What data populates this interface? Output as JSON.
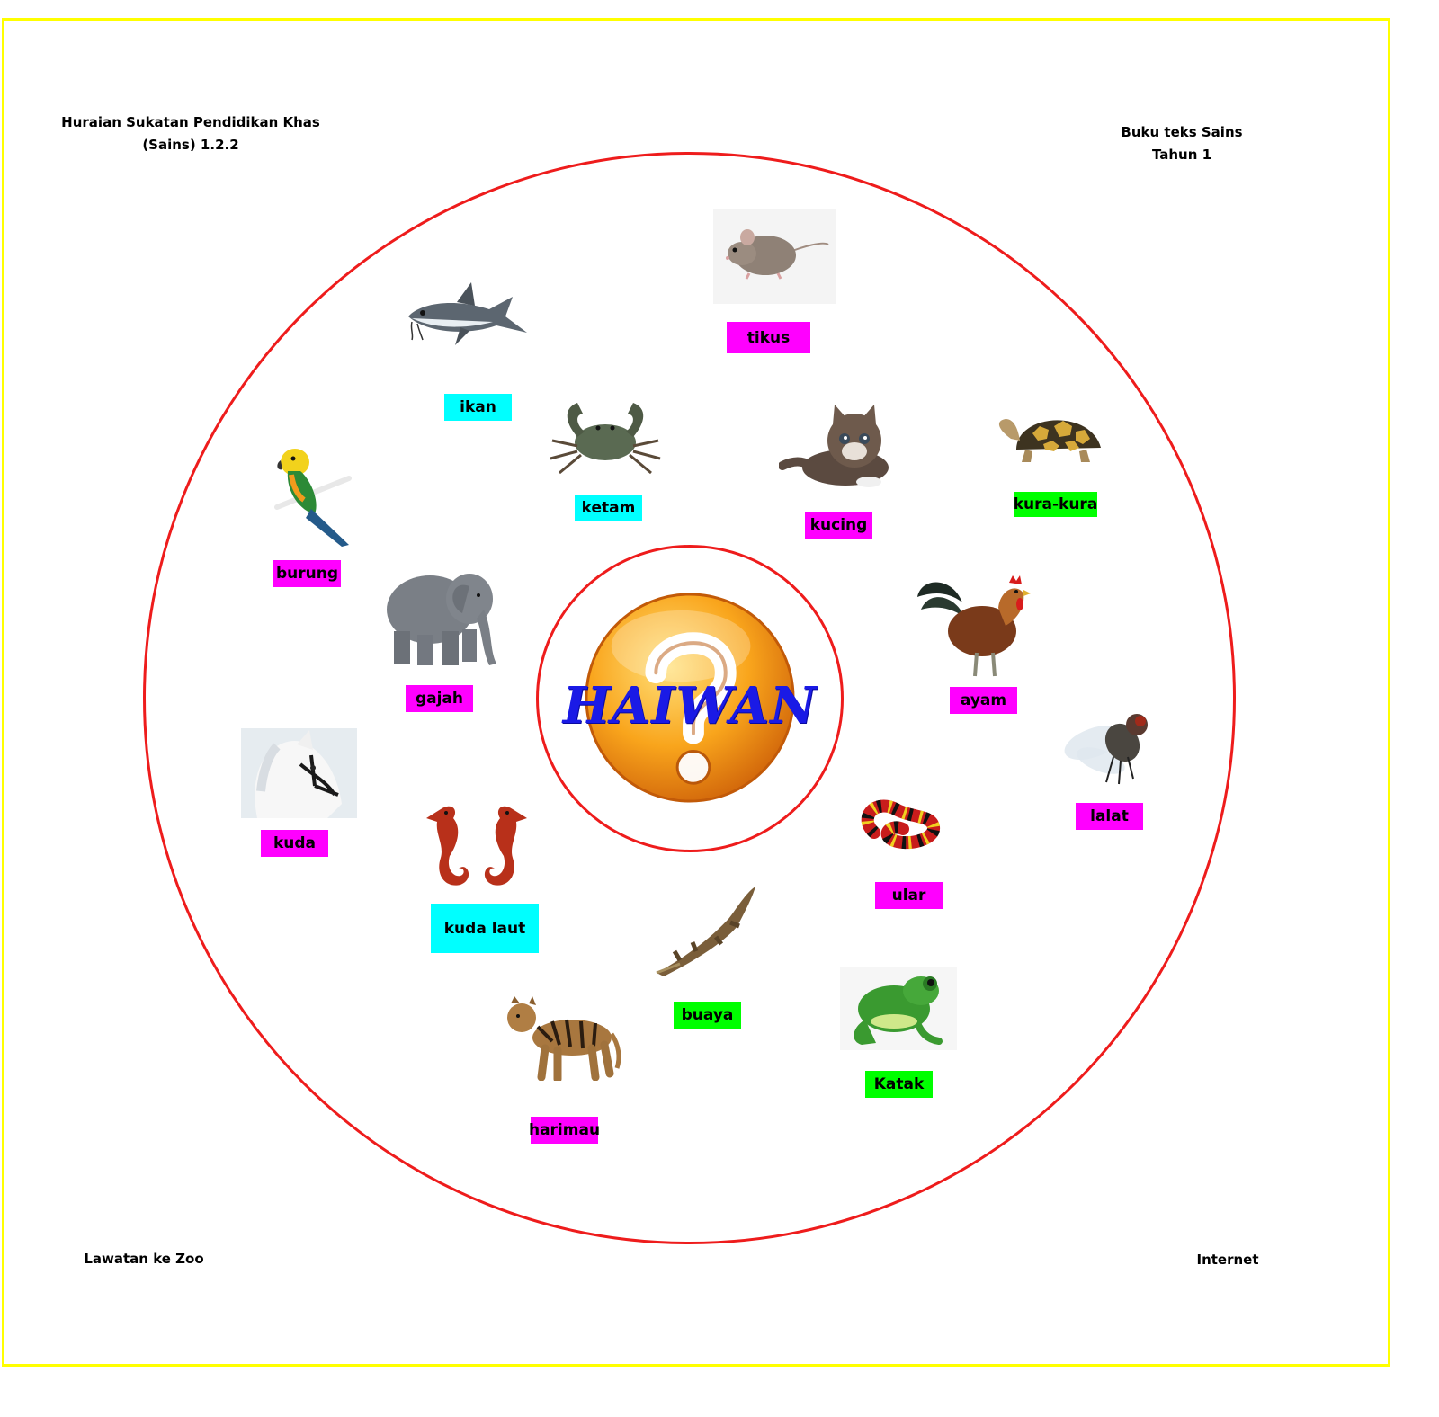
{
  "corners": {
    "top_left": [
      "Huraian Sukatan Pendidikan Khas",
      "(Sains) 1.2.2"
    ],
    "top_right": [
      "Buku teks Sains",
      "Tahun 1"
    ],
    "bottom_left": "Lawatan ke Zoo",
    "bottom_right": "Internet"
  },
  "center": {
    "title": "HAIWAN",
    "icon": "question-mark-icon"
  },
  "animals": [
    {
      "id": "tikus",
      "label": "tikus",
      "color": "#ff00ff",
      "icon": "mouse-icon"
    },
    {
      "id": "ikan",
      "label": "ikan",
      "color": "#00ffff",
      "icon": "fish-icon"
    },
    {
      "id": "ketam",
      "label": "ketam",
      "color": "#00ffff",
      "icon": "crab-icon"
    },
    {
      "id": "kucing",
      "label": "kucing",
      "color": "#ff00ff",
      "icon": "cat-icon"
    },
    {
      "id": "kura-kura",
      "label": "kura-kura",
      "color": "#00ff00",
      "icon": "tortoise-icon"
    },
    {
      "id": "burung",
      "label": "burung",
      "color": "#ff00ff",
      "icon": "parrot-icon"
    },
    {
      "id": "gajah",
      "label": "gajah",
      "color": "#ff00ff",
      "icon": "elephant-icon"
    },
    {
      "id": "ayam",
      "label": "ayam",
      "color": "#ff00ff",
      "icon": "rooster-icon"
    },
    {
      "id": "lalat",
      "label": "lalat",
      "color": "#ff00ff",
      "icon": "fly-icon"
    },
    {
      "id": "kuda",
      "label": "kuda",
      "color": "#ff00ff",
      "icon": "horse-icon"
    },
    {
      "id": "kuda-laut",
      "label": "kuda laut",
      "color": "#00ffff",
      "icon": "seahorse-icon"
    },
    {
      "id": "ular",
      "label": "ular",
      "color": "#ff00ff",
      "icon": "snake-icon"
    },
    {
      "id": "buaya",
      "label": "buaya",
      "color": "#00ff00",
      "icon": "crocodile-icon"
    },
    {
      "id": "katak",
      "label": "Katak",
      "color": "#00ff00",
      "icon": "frog-icon"
    },
    {
      "id": "harimau",
      "label": "harimau",
      "color": "#ff00ff",
      "icon": "tiger-icon"
    }
  ],
  "colors": {
    "frame": "#ffff00",
    "circles": "#ee1c1c",
    "title": "#1a1ae6",
    "question_ball": "#f7a11a"
  }
}
